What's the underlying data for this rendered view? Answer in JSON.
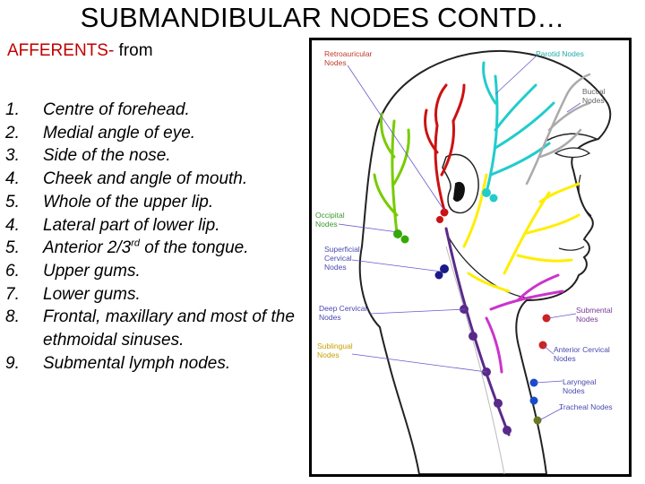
{
  "title": "SUBMANDIBULAR NODES CONTD…",
  "afferents": {
    "label": "AFFERENTS-",
    "suffix": " from"
  },
  "list": [
    {
      "num": "1.",
      "text": "Centre of forehead."
    },
    {
      "num": "2.",
      "text": "Medial angle of eye."
    },
    {
      "num": "3.",
      "text": "Side of the nose."
    },
    {
      "num": "4.",
      "text": "Cheek and angle of mouth."
    },
    {
      "num": "5.",
      "text": "Whole of the upper lip."
    },
    {
      "num": "4.",
      "text": "Lateral  part of lower lip."
    },
    {
      "num": "5.",
      "text_before": "Anterior 2/3",
      "sup": "rd",
      "text_after": " of the tongue."
    },
    {
      "num": "6.",
      "text": "Upper gums."
    },
    {
      "num": "7.",
      "text": "Lower gums."
    },
    {
      "num": "8.",
      "text": "Frontal, maxillary and most of the ethmoidal sinuses."
    },
    {
      "num": "9.",
      "text": "Submental lymph nodes."
    }
  ],
  "figure": {
    "labels": {
      "retroauricular": [
        "Retroauricular",
        "Nodes"
      ],
      "parotid": [
        "Parotid Nodes"
      ],
      "buccal": [
        "Buccal",
        "Nodes"
      ],
      "occipital": [
        "Occipital",
        "Nodes"
      ],
      "superficial_cervical": [
        "Superficial",
        "Cervical",
        "Nodes"
      ],
      "deep_cervical": [
        "Deep Cervical",
        "Nodes"
      ],
      "submental": [
        "Submental",
        "Nodes"
      ],
      "sublingual": [
        "Sublingual",
        "Nodes"
      ],
      "anterior_cervical": [
        "Anterior Cervical",
        "Nodes"
      ],
      "laryngeal": [
        "Laryngeal",
        "Nodes"
      ],
      "tracheal": [
        "Tracheal Nodes"
      ]
    },
    "colors": {
      "label_red": "#c0392b",
      "label_blue": "#4a4ab0",
      "label_green": "#3a9a2a",
      "label_gold": "#c8a000",
      "label_purple": "#7a3a9a",
      "retroauricular_vessels": "#cc1111",
      "occipital_vessels": "#77cc00",
      "parotid_vessels": "#22cccc",
      "buccal_vessels": "#aaaaaa",
      "facial_vessels": "#ffee00",
      "submental_vessels": "#cc33cc",
      "superficial_cervical_nodes": "#1a1a8a",
      "deep_cervical_nodes": "#5a2a8a",
      "laryngeal_nodes": "#1a4acc",
      "tracheal_nodes": "#6a7a20",
      "submental_nodes": "#cc2222"
    }
  }
}
